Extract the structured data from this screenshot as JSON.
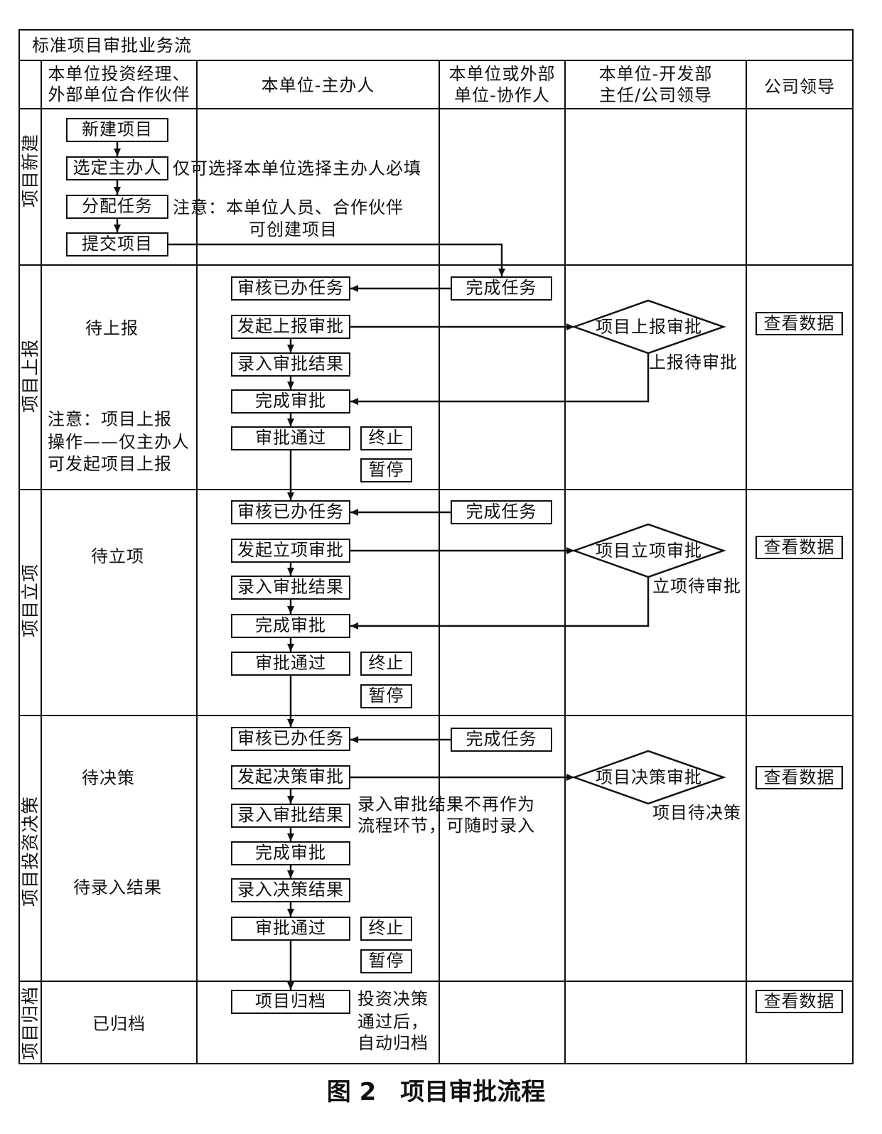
{
  "title": "标准项目审批业务流",
  "lanes": {
    "investment_manager": [
      "本单位投资经理、",
      "外部单位合作伙伴"
    ],
    "sponsor": "本单位-主办人",
    "collaborator": [
      "本单位或外部",
      "单位-协作人"
    ],
    "dev_director": [
      "本单位-开发部",
      "主任/公司领导"
    ],
    "leadership": "公司领导"
  },
  "phases": {
    "create": {
      "label": "项目新建",
      "steps": [
        "新建项目",
        "选定主办人",
        "分配任务",
        "提交项目"
      ],
      "sponsor_note": "仅可选择本单位选择主办人必填",
      "creator_note": [
        "注意：本单位人员、合作伙伴",
        "可创建项目"
      ]
    },
    "report": {
      "label": "项目上报",
      "status": "待上报",
      "note": [
        "注意：项目上报",
        "操作——仅主办人",
        "可发起项目上报"
      ],
      "steps": [
        "审核已办任务",
        "发起上报审批",
        "录入审批结果",
        "完成审批",
        "审批通过"
      ],
      "terminate": "终止",
      "pause": "暂停",
      "collab_task": "完成任务",
      "decision": "项目上报审批",
      "decision_status": "上报待审批",
      "view_data": "查看数据"
    },
    "setup": {
      "label": "项目立项",
      "status": "待立项",
      "steps": [
        "审核已办任务",
        "发起立项审批",
        "录入审批结果",
        "完成审批",
        "审批通过"
      ],
      "terminate": "终止",
      "pause": "暂停",
      "collab_task": "完成任务",
      "decision": "项目立项审批",
      "decision_status": "立项待审批",
      "view_data": "查看数据"
    },
    "decision": {
      "label": "项目投资决策",
      "status": "待决策",
      "result_status": "待录入结果",
      "steps": [
        "审核已办任务",
        "发起决策审批",
        "录入审批结果",
        "完成审批",
        "录入决策结果",
        "审批通过"
      ],
      "result_note": [
        "录入审批结果不再作为",
        "流程环节，可随时录入"
      ],
      "terminate": "终止",
      "pause": "暂停",
      "collab_task": "完成任务",
      "decision": "项目决策审批",
      "decision_status": "项目待决策",
      "view_data": "查看数据"
    },
    "archive": {
      "label": "项目归档",
      "status": "已归档",
      "step": "项目归档",
      "note": [
        "投资决策",
        "通过后，",
        "自动归档"
      ],
      "view_data": "查看数据"
    }
  },
  "caption": "图 2　项目审批流程"
}
